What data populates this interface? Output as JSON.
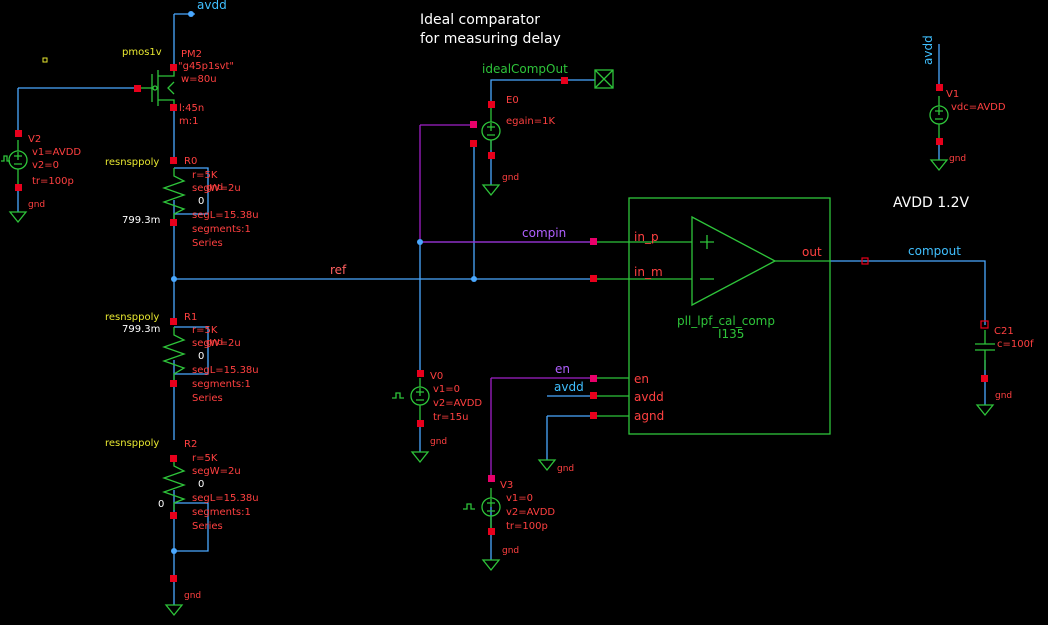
{
  "title": {
    "line1": "Ideal comparator",
    "line2": "for measuring delay"
  },
  "supply_note": "AVDD 1.2V",
  "nets": {
    "avdd_top": "avdd",
    "avdd_right": "avdd",
    "ideal_comp_out": "idealCompOut",
    "compin": "compin",
    "ref": "ref",
    "compout": "compout",
    "en": "en",
    "avdd_pin": "avdd",
    "gnd": "gnd",
    "node_799a": "799.3m",
    "node_799b": "799.3m",
    "node_zero": "0"
  },
  "pmos": {
    "type": "pmos1v",
    "name": "PM2",
    "model": "\"g45p1svt\"",
    "w": "w=80u",
    "l": "l:45n",
    "m": "m:1"
  },
  "v2": {
    "name": "V2",
    "v1": "v1=AVDD",
    "v2": "v2=0",
    "tr": "tr=100p"
  },
  "resistors": [
    {
      "type": "resnsppoly",
      "name": "R0",
      "r": "r=5K",
      "segw": "segW=2u",
      "val": "0",
      "segl": "segL=15.38u",
      "segments": "segments:1",
      "mode": "Series"
    },
    {
      "type": "resnsppoly",
      "name": "R1",
      "r": "r=5K",
      "segw": "segW=2u",
      "val": "0",
      "segl": "segL=15.38u",
      "segments": "segments:1",
      "mode": "Series"
    },
    {
      "type": "resnsppoly",
      "name": "R2",
      "r": "r=5K",
      "segw": "segW=2u",
      "val": "0",
      "segl": "segL=15.38u",
      "segments": "segments:1",
      "mode": "Series"
    }
  ],
  "e0": {
    "name": "E0",
    "egain": "egain=1K"
  },
  "v0": {
    "name": "V0",
    "v1": "v1=0",
    "v2": "v2=AVDD",
    "tr": "tr=15u"
  },
  "v3": {
    "name": "V3",
    "v1": "v1=0",
    "v2": "v2=AVDD",
    "tr": "tr=100p"
  },
  "v1": {
    "name": "V1",
    "vdc": "vdc=AVDD"
  },
  "c21": {
    "name": "C21",
    "c": "c=100f"
  },
  "comparator": {
    "cell": "pll_lpf_cal_comp",
    "instance": "I135",
    "pins": {
      "in_p": "in_p",
      "in_m": "in_m",
      "out": "out",
      "en": "en",
      "avdd": "avdd",
      "agnd": "agnd"
    }
  },
  "colors": {
    "background": "#000000",
    "wire": "#4aa8ff",
    "wire_purple": "#a020c8",
    "component": "#2ec43a",
    "pin": "#e8001c",
    "pin_magenta": "#e8006a",
    "label_red": "#ff4040",
    "label_yellow": "#e8e830",
    "label_white": "#ffffff",
    "compin_text": "#b060ff",
    "ref_text": "#ff6060",
    "compout_text": "#40c0ff"
  }
}
